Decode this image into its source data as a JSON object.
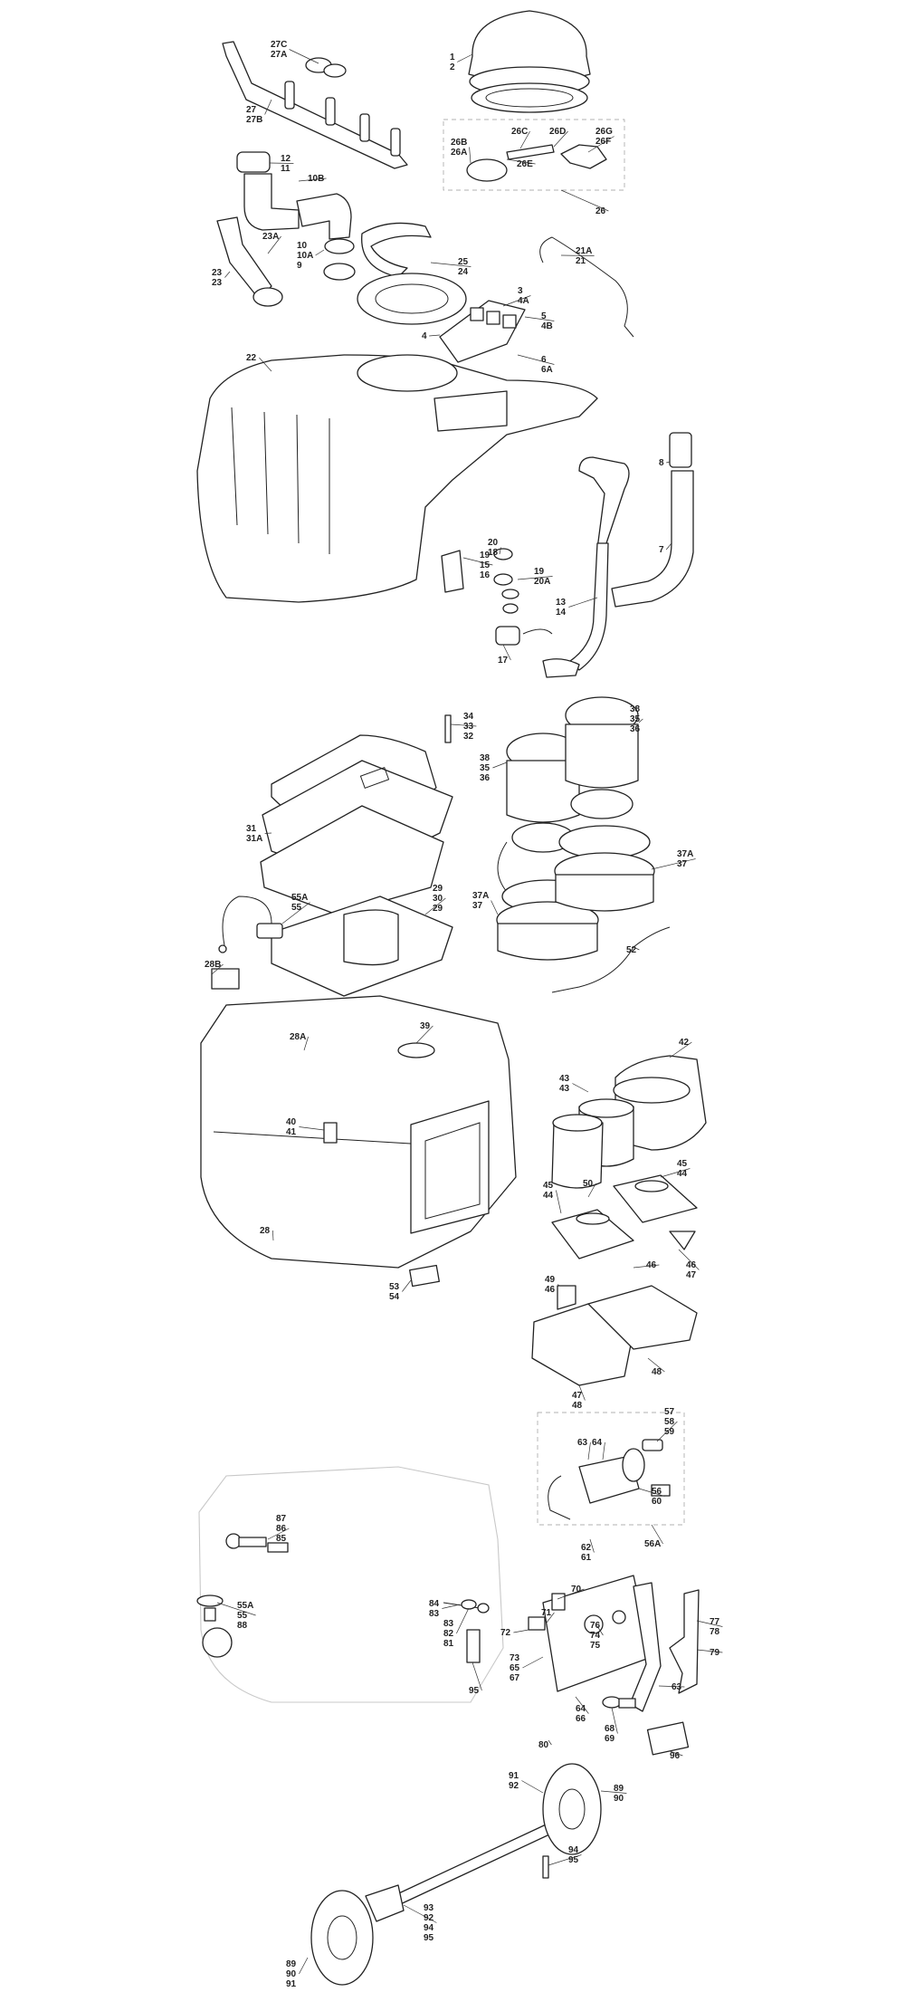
{
  "diagram": {
    "callouts": [
      {
        "id": "c-27c",
        "lines": [
          "27C",
          "27A"
        ]
      },
      {
        "id": "c-27",
        "lines": [
          "27",
          "27B"
        ]
      },
      {
        "id": "c-1",
        "lines": [
          "1",
          "2"
        ]
      },
      {
        "id": "c-26c",
        "lines": [
          "26C"
        ]
      },
      {
        "id": "c-26d",
        "lines": [
          "26D"
        ]
      },
      {
        "id": "c-26g",
        "lines": [
          "26G",
          "26F"
        ]
      },
      {
        "id": "c-26b",
        "lines": [
          "26B",
          "26A"
        ]
      },
      {
        "id": "c-26e",
        "lines": [
          "26E"
        ]
      },
      {
        "id": "c-26",
        "lines": [
          "26"
        ]
      },
      {
        "id": "c-12",
        "lines": [
          "12",
          "11"
        ]
      },
      {
        "id": "c-10b",
        "lines": [
          "10B"
        ]
      },
      {
        "id": "c-23a",
        "lines": [
          "23A"
        ]
      },
      {
        "id": "c-10",
        "lines": [
          "10",
          "10A",
          "9"
        ]
      },
      {
        "id": "c-23",
        "lines": [
          "23",
          "23"
        ]
      },
      {
        "id": "c-21a",
        "lines": [
          "21A",
          "21"
        ]
      },
      {
        "id": "c-25",
        "lines": [
          "25",
          "24"
        ]
      },
      {
        "id": "c-3",
        "lines": [
          "3",
          "4A"
        ]
      },
      {
        "id": "c-5",
        "lines": [
          "5",
          "4B"
        ]
      },
      {
        "id": "c-4",
        "lines": [
          "4"
        ]
      },
      {
        "id": "c-6",
        "lines": [
          "6",
          "6A"
        ]
      },
      {
        "id": "c-22",
        "lines": [
          "22"
        ]
      },
      {
        "id": "c-8",
        "lines": [
          "8"
        ]
      },
      {
        "id": "c-7",
        "lines": [
          "7"
        ]
      },
      {
        "id": "c-20",
        "lines": [
          "20",
          "18"
        ]
      },
      {
        "id": "c-19a",
        "lines": [
          "19",
          "15",
          "16"
        ]
      },
      {
        "id": "c-19b",
        "lines": [
          "19",
          "20A"
        ]
      },
      {
        "id": "c-13",
        "lines": [
          "13",
          "14"
        ]
      },
      {
        "id": "c-17",
        "lines": [
          "17"
        ]
      },
      {
        "id": "c-34",
        "lines": [
          "34",
          "33",
          "32"
        ]
      },
      {
        "id": "c-38a",
        "lines": [
          "38",
          "35",
          "36"
        ]
      },
      {
        "id": "c-38b",
        "lines": [
          "38",
          "35",
          "36"
        ]
      },
      {
        "id": "c-31",
        "lines": [
          "31",
          "31A"
        ]
      },
      {
        "id": "c-37a",
        "lines": [
          "37A",
          "37"
        ]
      },
      {
        "id": "c-55a",
        "lines": [
          "55A",
          "55"
        ]
      },
      {
        "id": "c-29",
        "lines": [
          "29",
          "30",
          "29"
        ]
      },
      {
        "id": "c-37b",
        "lines": [
          "37A",
          "37"
        ]
      },
      {
        "id": "c-52",
        "lines": [
          "52"
        ]
      },
      {
        "id": "c-28b",
        "lines": [
          "28B"
        ]
      },
      {
        "id": "c-39",
        "lines": [
          "39"
        ]
      },
      {
        "id": "c-28a",
        "lines": [
          "28A"
        ]
      },
      {
        "id": "c-42",
        "lines": [
          "42"
        ]
      },
      {
        "id": "c-43",
        "lines": [
          "43",
          "43"
        ]
      },
      {
        "id": "c-40",
        "lines": [
          "40",
          "41"
        ]
      },
      {
        "id": "c-45a",
        "lines": [
          "45",
          "44"
        ]
      },
      {
        "id": "c-50",
        "lines": [
          "50"
        ]
      },
      {
        "id": "c-45b",
        "lines": [
          "45",
          "44"
        ]
      },
      {
        "id": "c-28",
        "lines": [
          "28"
        ]
      },
      {
        "id": "c-46a",
        "lines": [
          "46"
        ]
      },
      {
        "id": "c-46b",
        "lines": [
          "46",
          "47"
        ]
      },
      {
        "id": "c-49",
        "lines": [
          "49",
          "46"
        ]
      },
      {
        "id": "c-53",
        "lines": [
          "53",
          "54"
        ]
      },
      {
        "id": "c-48a",
        "lines": [
          "48"
        ]
      },
      {
        "id": "c-47",
        "lines": [
          "47",
          "48"
        ]
      },
      {
        "id": "c-57",
        "lines": [
          "57",
          "58",
          "59"
        ]
      },
      {
        "id": "c-63a",
        "lines": [
          "63"
        ]
      },
      {
        "id": "c-64a",
        "lines": [
          "64"
        ]
      },
      {
        "id": "c-56",
        "lines": [
          "56",
          "60"
        ]
      },
      {
        "id": "c-62",
        "lines": [
          "62",
          "61"
        ]
      },
      {
        "id": "c-56a",
        "lines": [
          "56A"
        ]
      },
      {
        "id": "c-87",
        "lines": [
          "87",
          "86",
          "85"
        ]
      },
      {
        "id": "c-70",
        "lines": [
          "70"
        ]
      },
      {
        "id": "c-55b",
        "lines": [
          "55A",
          "55",
          "88"
        ]
      },
      {
        "id": "c-84",
        "lines": [
          "84",
          "83"
        ]
      },
      {
        "id": "c-71",
        "lines": [
          "71"
        ]
      },
      {
        "id": "c-76",
        "lines": [
          "76",
          "74",
          "75"
        ]
      },
      {
        "id": "c-77",
        "lines": [
          "77",
          "78"
        ]
      },
      {
        "id": "c-83",
        "lines": [
          "83",
          "82",
          "81"
        ]
      },
      {
        "id": "c-72",
        "lines": [
          "72"
        ]
      },
      {
        "id": "c-79",
        "lines": [
          "79"
        ]
      },
      {
        "id": "c-73",
        "lines": [
          "73",
          "65",
          "67"
        ]
      },
      {
        "id": "c-95a",
        "lines": [
          "95"
        ]
      },
      {
        "id": "c-63b",
        "lines": [
          "63"
        ]
      },
      {
        "id": "c-64b",
        "lines": [
          "64",
          "66"
        ]
      },
      {
        "id": "c-68",
        "lines": [
          "68",
          "69"
        ]
      },
      {
        "id": "c-80",
        "lines": [
          "80"
        ]
      },
      {
        "id": "c-96",
        "lines": [
          "96"
        ]
      },
      {
        "id": "c-91",
        "lines": [
          "91",
          "92"
        ]
      },
      {
        "id": "c-89a",
        "lines": [
          "89",
          "90"
        ]
      },
      {
        "id": "c-94",
        "lines": [
          "94",
          "95"
        ]
      },
      {
        "id": "c-93",
        "lines": [
          "93",
          "92",
          "94",
          "95"
        ]
      },
      {
        "id": "c-89b",
        "lines": [
          "89",
          "90",
          "91"
        ]
      }
    ]
  }
}
